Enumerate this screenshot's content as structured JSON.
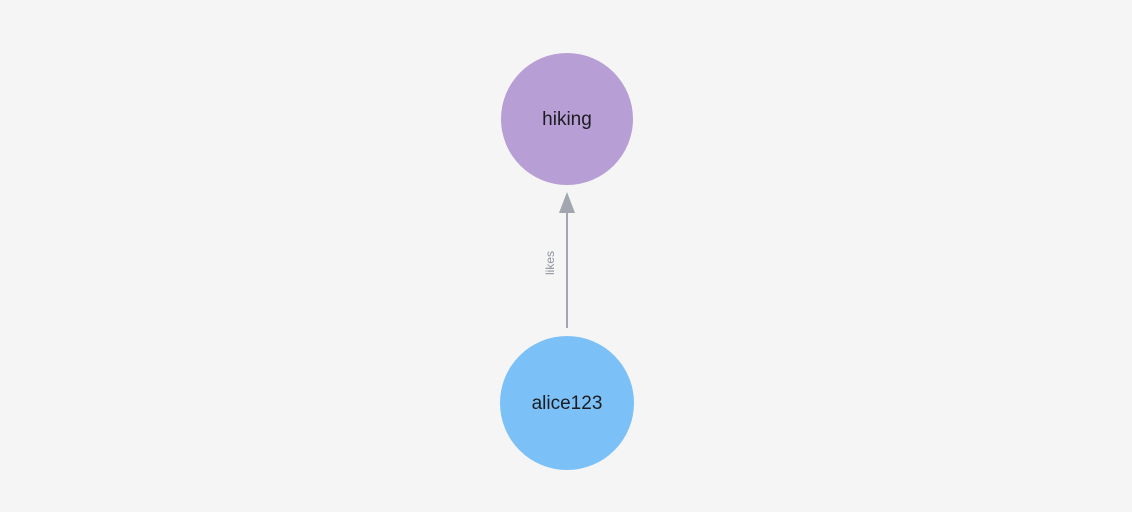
{
  "canvas": {
    "background_color": "#f5f5f6"
  },
  "graph": {
    "nodes": [
      {
        "id": "hiking",
        "label": "hiking",
        "color": "#b79ed5",
        "text_color": "#1c1c21"
      },
      {
        "id": "alice123",
        "label": "alice123",
        "color": "#7bc1f8",
        "text_color": "#1c1c21"
      }
    ],
    "edges": [
      {
        "label": "likes",
        "from": "alice123",
        "to": "hiking",
        "direction": "up",
        "color": "#a2a6ae",
        "label_color": "#8e949d"
      }
    ]
  }
}
